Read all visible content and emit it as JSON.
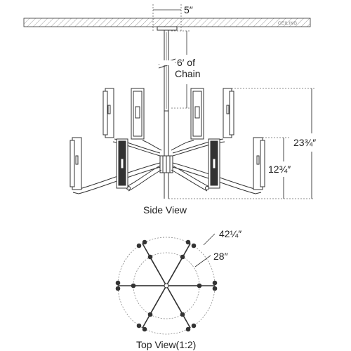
{
  "side_view": {
    "ceiling_label": "CEILING",
    "canopy_width": "5″",
    "chain_length_line1": "6′ of",
    "chain_length_line2": "Chain",
    "overall_height": "23¾″",
    "lower_tier_height": "12¾″",
    "title": "Side View"
  },
  "top_view": {
    "outer_diameter": "42¼″",
    "inner_diameter": "28″",
    "title": "Top View(1:2)"
  },
  "colors": {
    "line": "#333333",
    "ceiling_fill": "#e6e6e6",
    "guide": "#888888"
  }
}
